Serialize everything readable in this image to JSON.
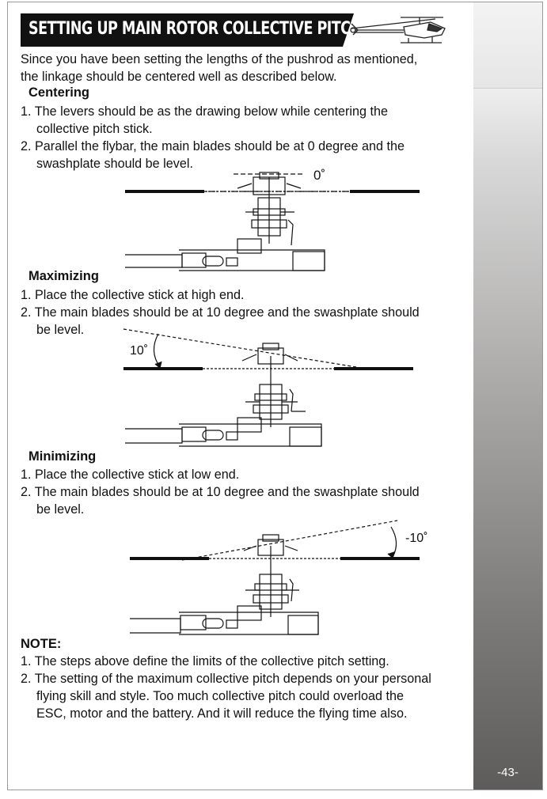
{
  "header": {
    "title": "SETTING UP MAIN ROTOR COLLECTIVE PITCH ANGLE"
  },
  "intro": [
    "Since you have been setting the lengths of the pushrod as mentioned,",
    "the linkage should be centered well as described below."
  ],
  "centering": {
    "heading": "Centering",
    "steps": [
      "1. The levers should be as the drawing below while centering the",
      "collective pitch stick.",
      "2. Parallel the flybar, the main blades should be at 0 degree and the",
      "swashplate should be level."
    ],
    "angle_label": "0˚"
  },
  "maximizing": {
    "heading": "Maximizing",
    "steps": [
      "1. Place the collective stick at high end.",
      "2. The main blades should be at 10 degree and the swashplate should",
      "be level."
    ],
    "angle_label": "10˚"
  },
  "minimizing": {
    "heading": "Minimizing",
    "steps": [
      "1. Place the collective stick at low end.",
      "2. The main blades should be at 10 degree and the swashplate should",
      "be level."
    ],
    "angle_label": "-10˚"
  },
  "note": {
    "heading": "NOTE:",
    "lines": [
      "1. The steps above define the limits of the collective pitch setting.",
      "2. The setting of the maximum collective pitch depends on your personal",
      "flying skill and style. Too much collective pitch could overload the",
      "ESC, motor and the battery. And it will reduce the flying time also."
    ]
  },
  "footer": {
    "page_number": "-43-"
  },
  "colors": {
    "title_bar": "#111111",
    "sidebar_top": "#f1f1f1",
    "sidebar_bottom": "#5e5c5b",
    "page_number": "#ffffff"
  },
  "icons": {
    "header_logo": "helicopter-icon",
    "diagrams": "rotor-head-diagram"
  }
}
